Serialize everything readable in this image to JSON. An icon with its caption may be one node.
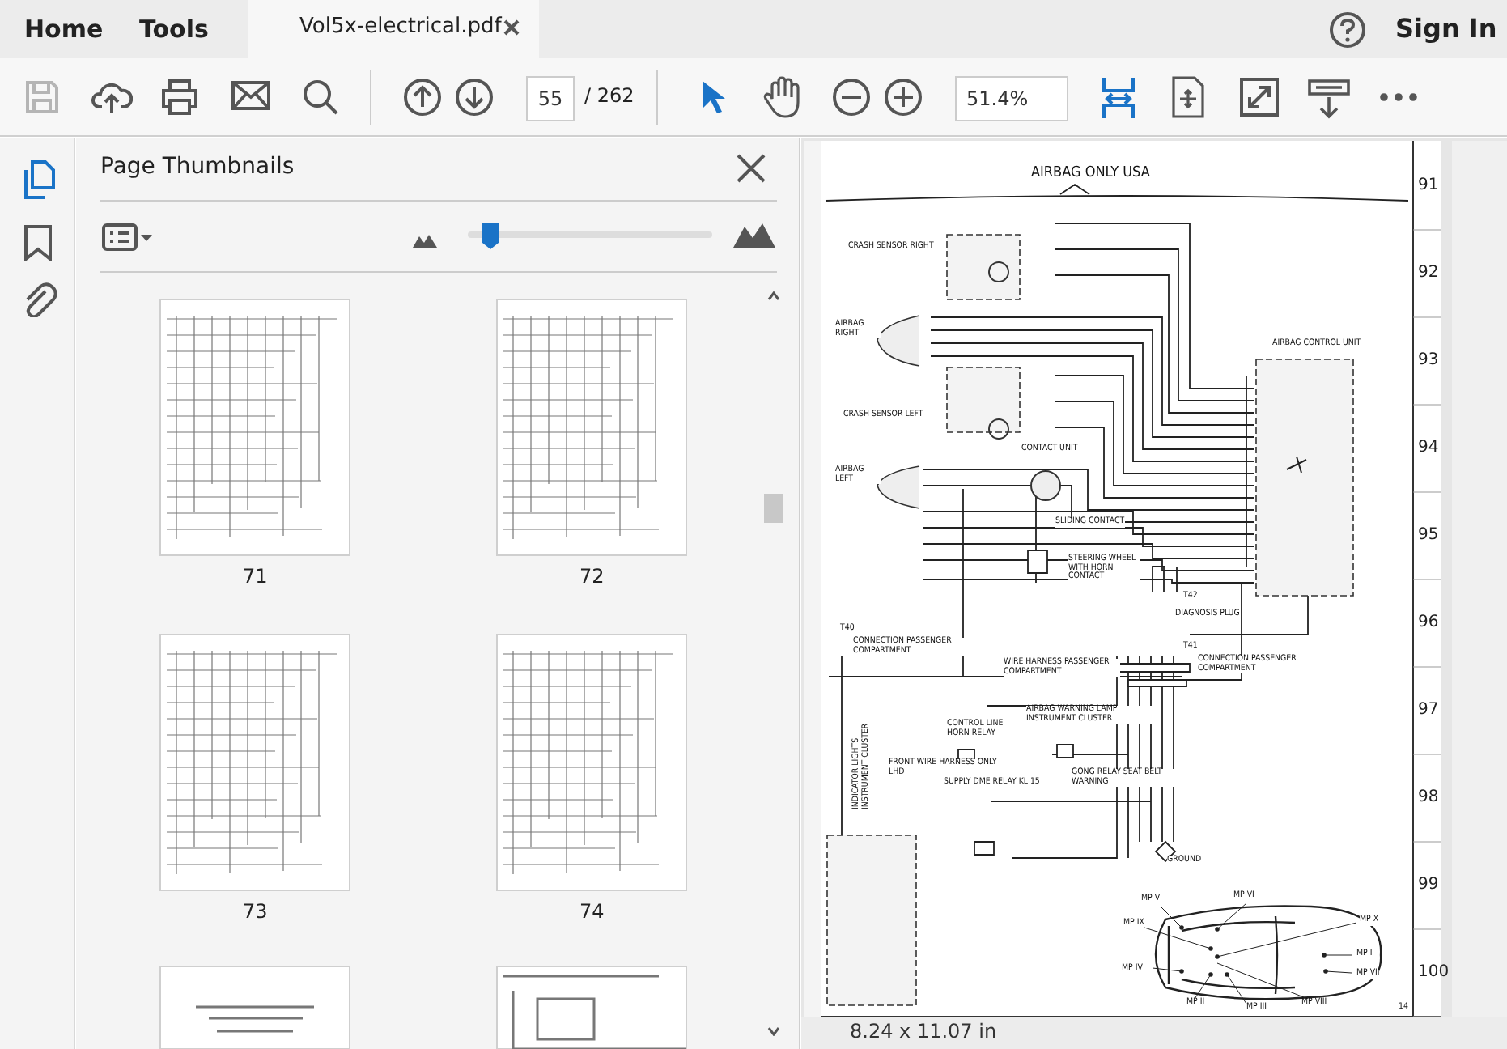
{
  "diagram": {
    "labels": [
      "Home",
      "Tools",
      "Vol5x-electrical.pdf",
      "Sign In",
      "55",
      "/ 262",
      "51.4%",
      "Page Thumbnails",
      "71",
      "72",
      "73",
      "74",
      "AIRBAG ONLY USA",
      "CRASH SENSOR RIGHT",
      "AIRBAG RIGHT",
      "AIRBAG CONTROL UNIT",
      "CRASH SENSOR LEFT",
      "CONTACT UNIT",
      "AIRBAG LEFT",
      "SLIDING CONTACT",
      "STEERING WHEEL WITH HORN CONTACT",
      "T42",
      "DIAGNOSIS PLUG",
      "T40",
      "CONNECTION PASSENGER COMPARTMENT",
      "WIRE HARNESS PASSENGER COMPARTMENT",
      "T41",
      "CONNECTION PASSENGER COMPARTMENT",
      "CONTROL LINE HORN RELAY",
      "AIRBAG WARNING LAMP INSTRUMENT CLUSTER",
      "INDICATOR LIGHTS INSTRUMENT CLUSTER",
      "FRONT WIRE HARNESS ONLY LHD",
      "SUPPLY DME RELAY KL 15",
      "GONG RELAY SEAT BELT WARNING",
      "GROUND",
      "MP V",
      "MP VI",
      "MP IX",
      "MP X",
      "MP I",
      "MP IV",
      "MP VII",
      "MP II",
      "MP III",
      "MP VIII",
      "14",
      "91",
      "92",
      "93",
      "94",
      "95",
      "96",
      "97",
      "98",
      "99",
      "100",
      "8.24 x 11.07 in"
    ]
  }
}
